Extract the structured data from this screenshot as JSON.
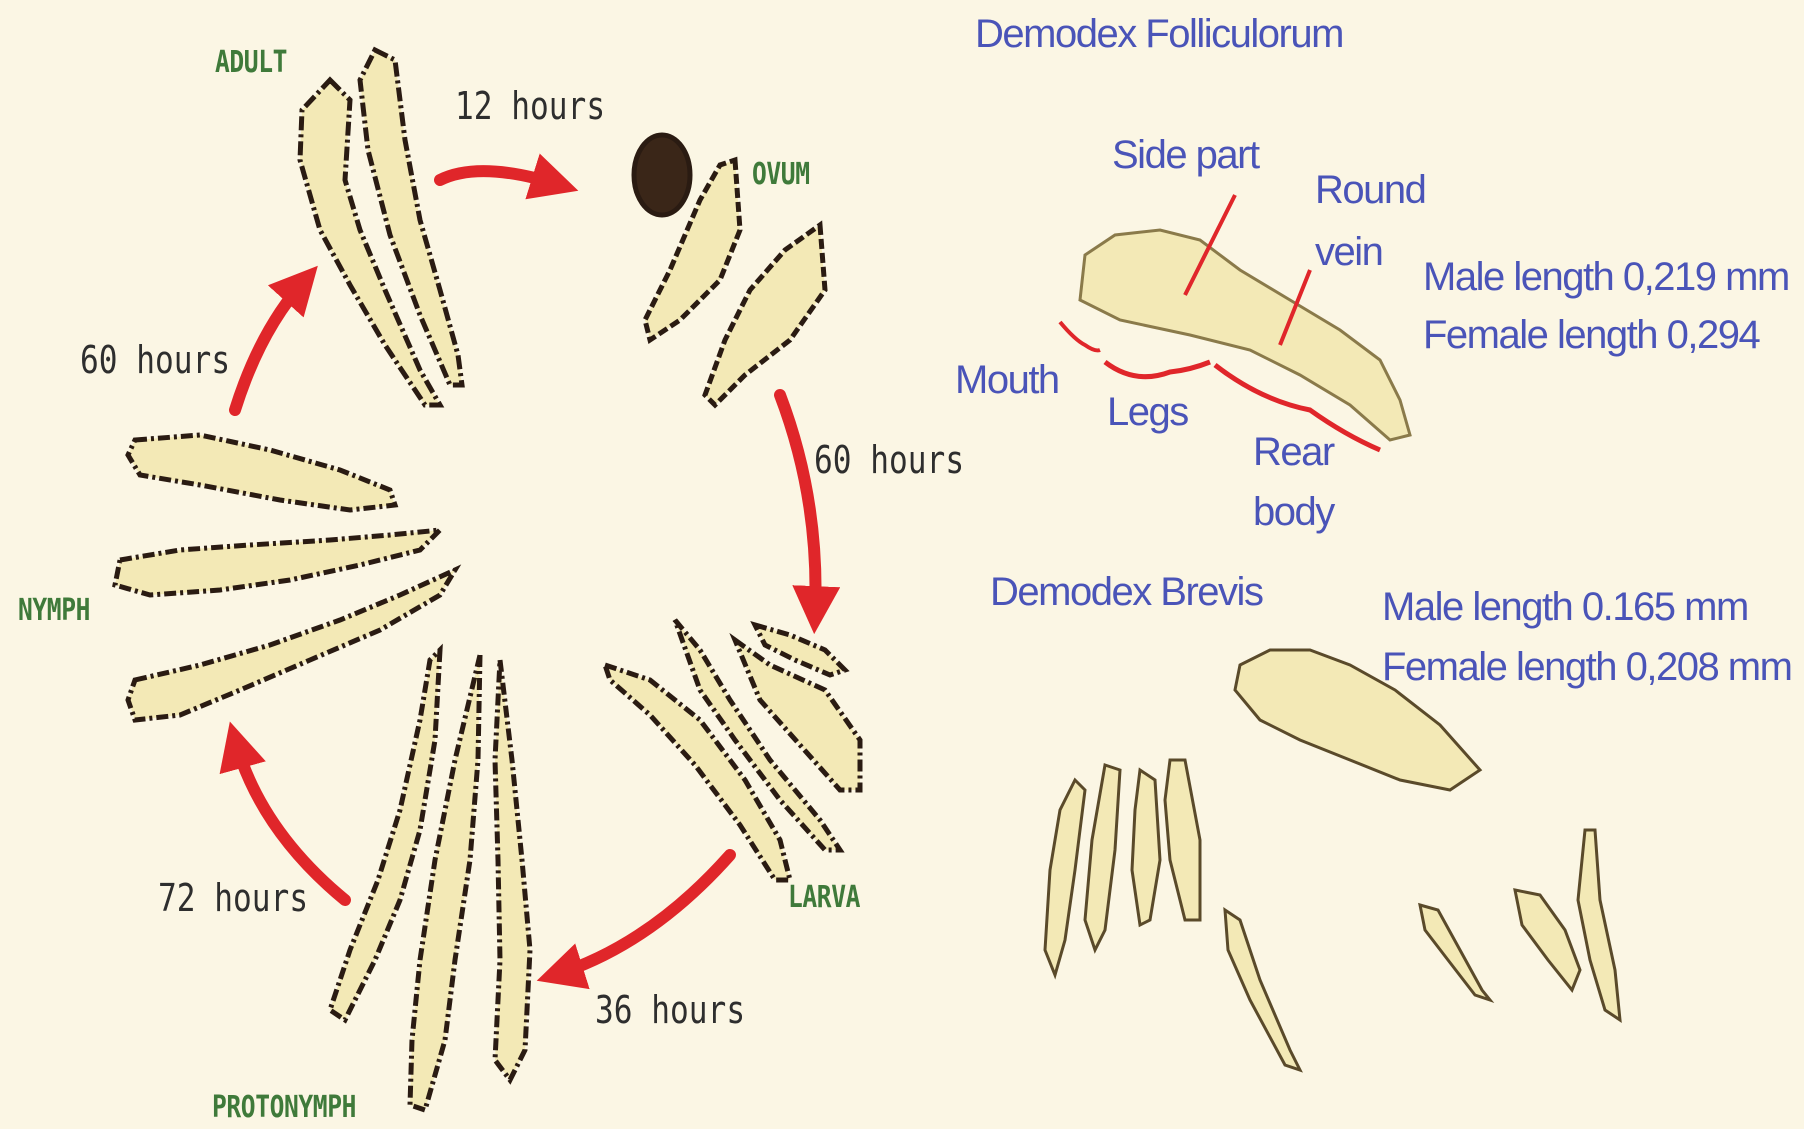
{
  "lifecycle": {
    "stages": {
      "adult": "ADULT",
      "ovum": "OVUM",
      "larva": "LARVA",
      "protonymph": "PROTONYMPH",
      "nymph": "NYMPH"
    },
    "durations": {
      "adult_to_ovum": "12 hours",
      "ovum_to_larva": "60 hours",
      "larva_to_protonymph": "36 hours",
      "protonymph_to_nymph": "72 hours",
      "nymph_to_adult": "60 hours"
    },
    "arrow_color": "#e0262a"
  },
  "folliculorum": {
    "title": "Demodex Folliculorum",
    "parts": {
      "side_part": "Side part",
      "round_vein_1": "Round",
      "round_vein_2": "vein",
      "mouth": "Mouth",
      "legs": "Legs",
      "rear_body_1": "Rear",
      "rear_body_2": "body"
    },
    "male_length": "Male length 0,219 mm",
    "female_length": "Female length 0,294"
  },
  "brevis": {
    "title": "Demodex Brevis",
    "male_length": "Male length 0.165 mm",
    "female_length": "Female length 0,208 mm"
  },
  "colors": {
    "background": "#fbf6e4",
    "mite_fill": "#f3e9b6",
    "mite_outline": "#2a1b12",
    "label_blue": "#4a54b8",
    "stage_green": "#3f7a3a"
  }
}
